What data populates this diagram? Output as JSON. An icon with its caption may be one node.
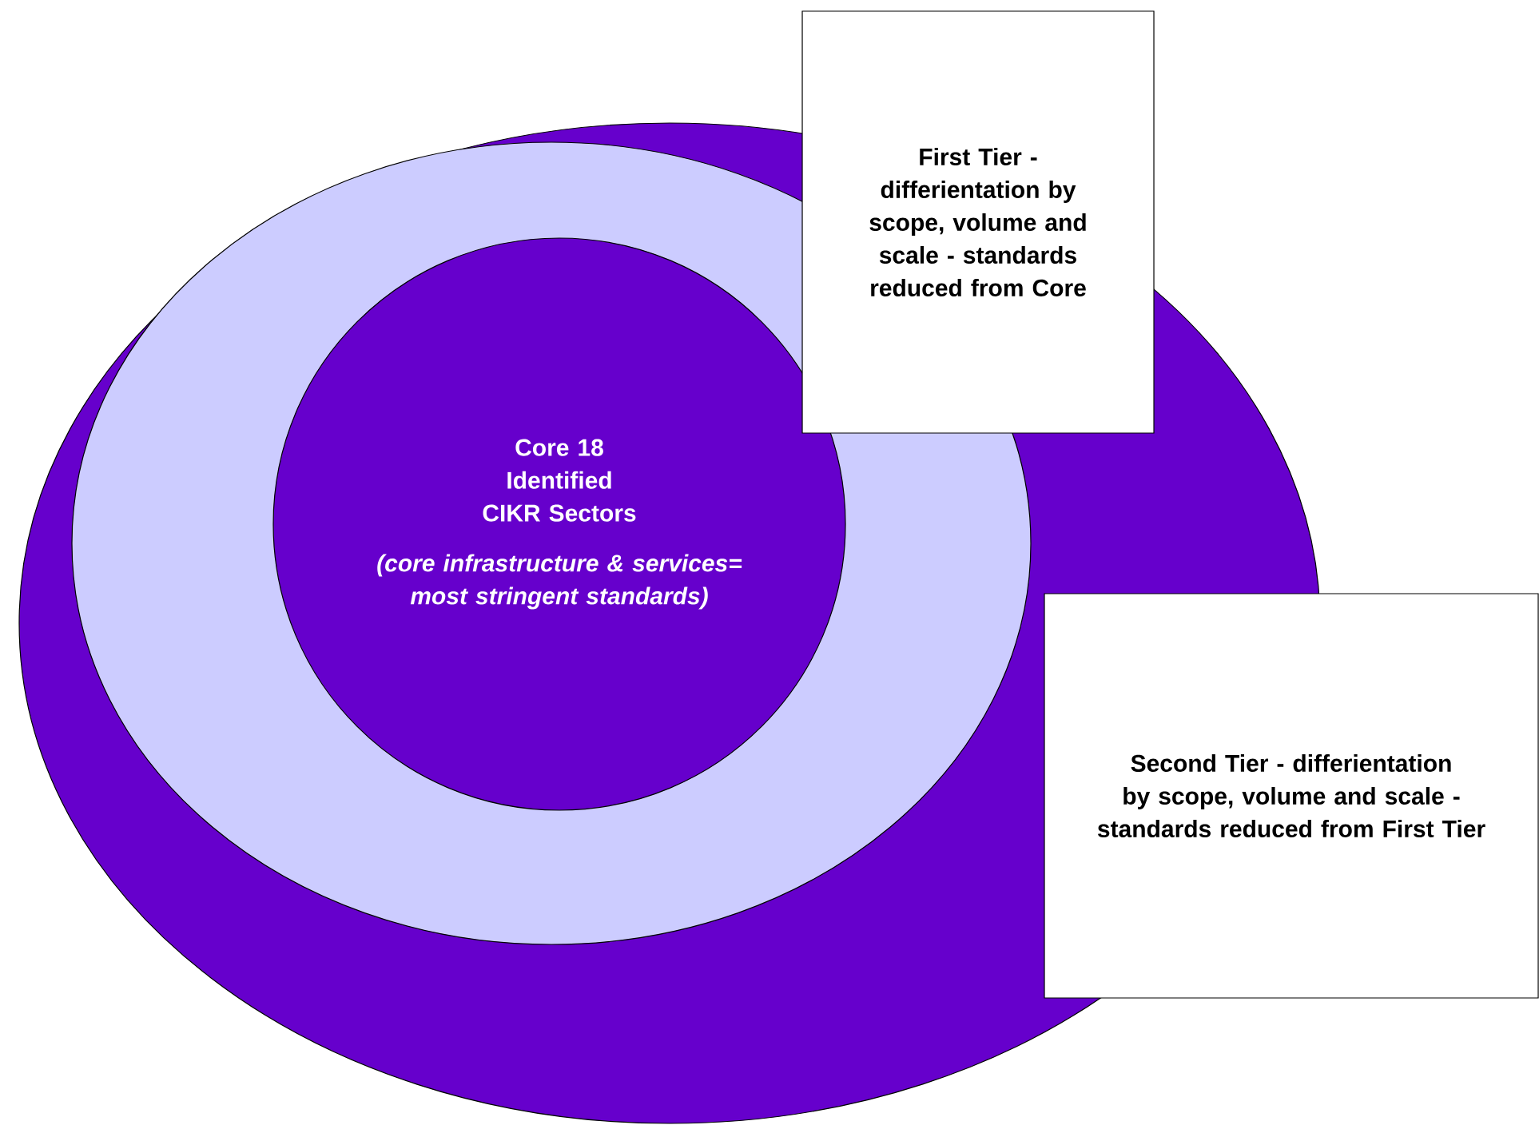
{
  "diagram": {
    "nodes": [
      {
        "text": [],
        "shape": "ellipse"
      },
      {
        "text": [],
        "shape": "ellipse",
        "in": 0
      },
      {
        "text": [
          "Core 18 Identified CIKR Sectors",
          "(core infrastructure & services= most stringent standards)"
        ],
        "in": 1
      },
      {
        "text": [
          "First Tier - differientation by scope, volume and scale - standards reduced from Core"
        ]
      },
      {
        "text": [
          "Second Tier - differientation by scope, volume and scale - standards reduced from First Tier"
        ]
      }
    ]
  }
}
